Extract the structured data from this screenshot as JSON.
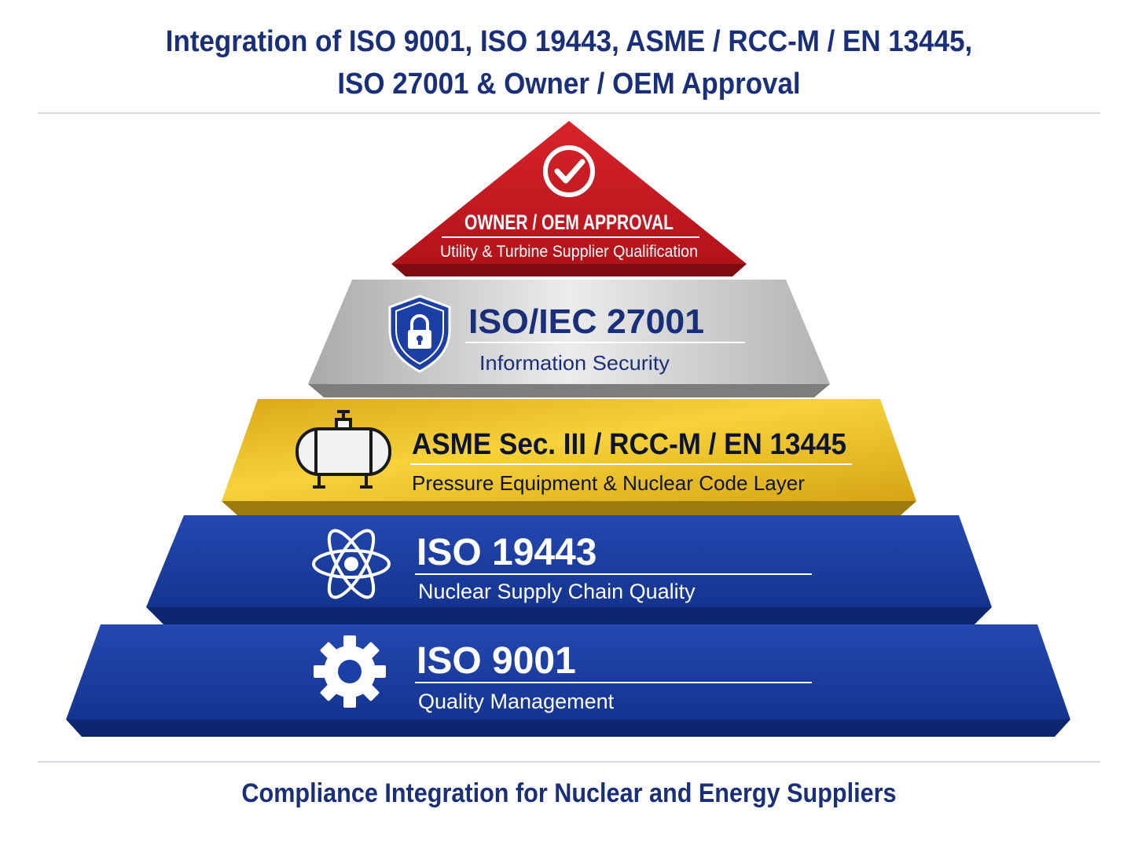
{
  "header": {
    "title_line1": "Integration of ISO 9001, ISO 19443, ASME / RCC-M / EN 13445,",
    "title_line2": "ISO 27001 & Owner / OEM Approval"
  },
  "pyramid": {
    "tiers": [
      {
        "title": "OWNER / OEM APPROVAL",
        "subtitle": "Utility & Turbine Supplier Qualification",
        "icon": "check-circle-icon",
        "color": "#c8161c"
      },
      {
        "title": "ISO/IEC 27001",
        "subtitle": "Information Security",
        "icon": "shield-lock-icon",
        "color": "#c9c9c9"
      },
      {
        "title": "ASME Sec. III / RCC-M / EN 13445",
        "subtitle": "Pressure Equipment & Nuclear Code Layer",
        "icon": "pressure-vessel-icon",
        "color": "#e9bb1e"
      },
      {
        "title": "ISO 19443",
        "subtitle": "Nuclear Supply Chain Quality",
        "icon": "atom-icon",
        "color": "#1c3fa6"
      },
      {
        "title": "ISO 9001",
        "subtitle": "Quality Management",
        "icon": "gear-icon",
        "color": "#1c3fa6"
      }
    ]
  },
  "footer": {
    "text": "Compliance Integration for Nuclear and Energy Suppliers"
  }
}
